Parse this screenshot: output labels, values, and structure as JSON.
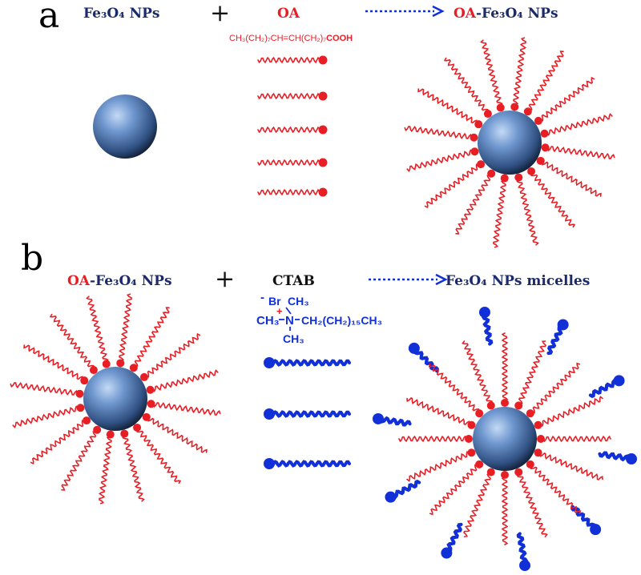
{
  "colors": {
    "navy": "#1a2a6c",
    "red": "#e81e25",
    "blue": "#1230d8",
    "black": "#111111"
  },
  "panel_a": {
    "letter": "a",
    "reactant1": "Fe₃O₄ NPs",
    "plus": "+",
    "reactant2": "OA",
    "formula_prefix": "CH₃(CH₂)₇CH=CH(CH₂)₇",
    "formula_cooh": "COOH",
    "product_oa": "OA",
    "product_rest": "-Fe₃O₄ NPs"
  },
  "panel_b": {
    "letter": "b",
    "reactant1_oa": "OA",
    "reactant1_rest": "-Fe₃O₄ NPs",
    "plus": "+",
    "reactant2": "CTAB",
    "ctab_minus": "-",
    "ctab_br": "Br",
    "ctab_ch3_top": "CH₃",
    "ctab_plus": "+",
    "ctab_ch3_left": "CH₃",
    "ctab_n": "N",
    "ctab_chain": "CH₂(CH₂)₁₅CH₃",
    "ctab_ch3_bottom": "CH₃",
    "product": "Fe₃O₄ NPs micelles"
  }
}
